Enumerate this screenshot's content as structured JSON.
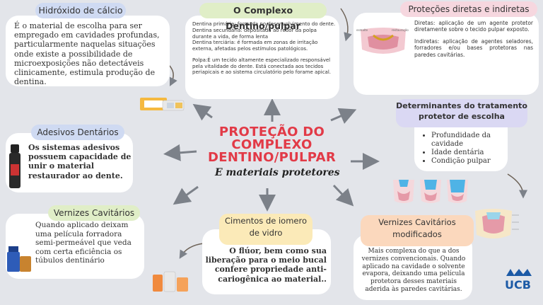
{
  "center": {
    "title": "PROTEÇÃO DO COMPLEXO DENTINO/PULPAR",
    "subtitle": "E materiais protetores"
  },
  "hidroxido": {
    "title": "Hidróxido de cálcio",
    "text": "É o material de escolha para ser empregado em cavidades profundas, particularmente naquelas situações onde existe a possibilidade de microexposições não detectáveis clinicamente, estimula produção de dentina."
  },
  "complexo": {
    "title": "O Complexo Dentino/pulpar",
    "text1": "Dentina primária: formada no desenvolvimento do dente.",
    "text2": "Dentina secundária: depositada ao redor da polpa durante a vida, de forma lenta",
    "text3": "Dentina terciária: é formada em zonas de irritação externa, afetadas pelos estímulos patológicos.",
    "text4": "Polpa:É um tecido altamente especializado responsável pela vitalidade do dente. Está conectada aos tecidos periapicais e ao sistema circulatório pelo forame apical."
  },
  "protecoes": {
    "title": "Proteções diretas e indiretas",
    "text1": "Diretas: aplicação de um agente protetor diretamente sobre o tecido pulpar exposto.",
    "text2": "Indiretas: aplicação de agentes seladores, forradores e/ou bases protetoras nas paredes cavitárias."
  },
  "determinantes": {
    "title": "Determinantes do tratamento protetor de escolha",
    "items": [
      "Profundidade da cavidade",
      "Idade dentária",
      "Condição pulpar"
    ]
  },
  "adesivos": {
    "title": "Adesivos Dentários",
    "text": "Os sistemas adesivos possuem capacidade de unir o material restaurador ao dente."
  },
  "vernizes": {
    "title": "Vernizes Cavitários",
    "text": "Quando aplicado deixam uma película forradora semi-permeável que veda com certa eficiência os túbulos dentinário"
  },
  "cimentos": {
    "title": "Cimentos de iomero de vidro",
    "text": "O flúor, bem como sua liberação para o meio bucal confere propriedade anti-cariogênica ao material.."
  },
  "vernizes_mod": {
    "title": "Vernizes Cavitários modificados",
    "text": "Mais complexa do que a dos vernizes convencionais. Quando aplicado na cavidade o solvente evapora, deixando uma película protetora desses materiais aderida às paredes cavitárias."
  },
  "logo": {
    "text": "UCB"
  },
  "colors": {
    "accent": "#e23a47",
    "background": "#e3e5ea",
    "logo": "#1c5aa6"
  }
}
